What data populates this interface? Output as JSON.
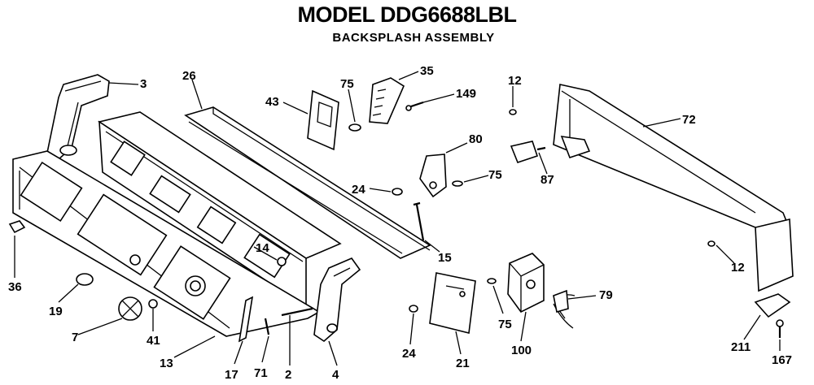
{
  "title": "MODEL DDG6688LBL",
  "subtitle": "BACKSPLASH ASSEMBLY",
  "callouts": [
    "3",
    "26",
    "43",
    "75",
    "35",
    "149",
    "12",
    "72",
    "80",
    "87",
    "24",
    "75",
    "15",
    "14",
    "36",
    "19",
    "7",
    "41",
    "13",
    "17",
    "71",
    "2",
    "4",
    "24",
    "21",
    "75",
    "100",
    "79",
    "12",
    "211",
    "167"
  ]
}
